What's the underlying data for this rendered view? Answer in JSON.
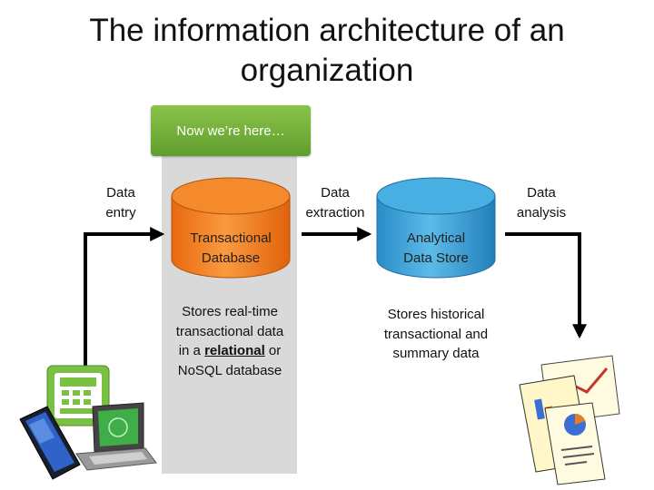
{
  "title": "The information architecture of an organization",
  "callout": "Now we’re here…",
  "labels": {
    "data_entry": [
      "Data",
      "entry"
    ],
    "data_extraction": [
      "Data",
      "extraction"
    ],
    "data_analysis": [
      "Data",
      "analysis"
    ]
  },
  "transactional": {
    "name": [
      "Transactional",
      "Database"
    ],
    "description_line1": "Stores real-time",
    "description_line2": "transactional data",
    "description_line3_pre": "in a ",
    "description_line3_em": "relational",
    "description_line3_post": " or",
    "description_line4": "NoSQL database",
    "color": "#f07a1c"
  },
  "analytical": {
    "name": [
      "Analytical",
      "Data Store"
    ],
    "description": [
      "Stores historical",
      "transactional and",
      "summary data"
    ],
    "color": "#3aa0d8"
  },
  "icons": [
    "cash-register-icon",
    "smartphone-icon",
    "laptop-icon",
    "reports-charts-icon"
  ]
}
